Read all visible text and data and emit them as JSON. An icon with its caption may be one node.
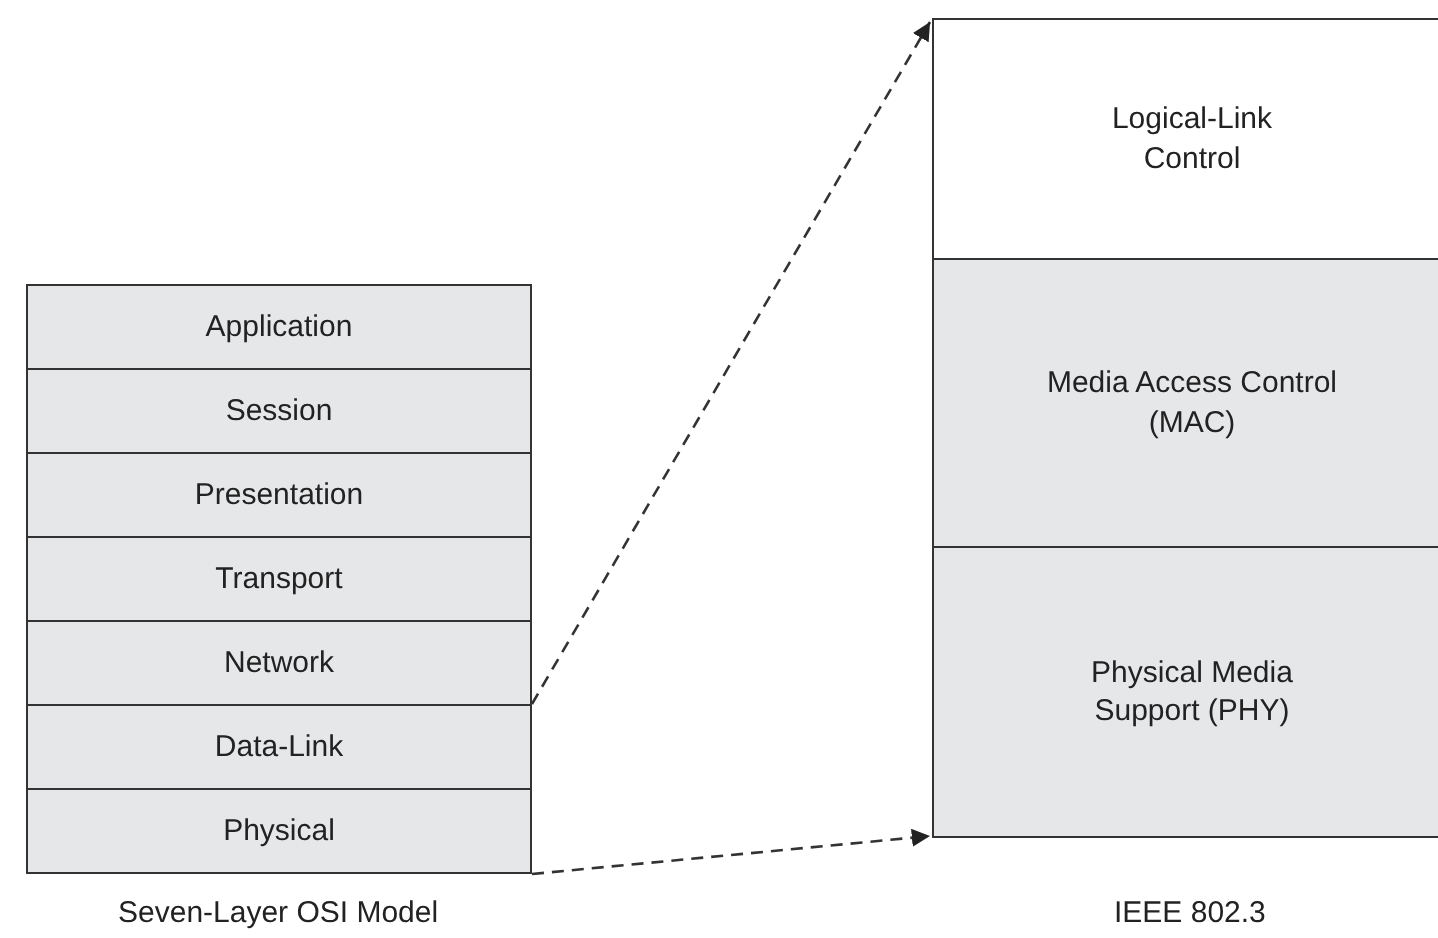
{
  "diagram": {
    "nodes": [
      {
        "text": [
          "Application"
        ]
      },
      {
        "text": [
          "Session"
        ]
      },
      {
        "text": [
          "Presentation"
        ]
      },
      {
        "text": [
          "Transport"
        ]
      },
      {
        "text": [
          "Network"
        ]
      },
      {
        "text": [
          "Data-Link"
        ]
      },
      {
        "text": [
          "Physical"
        ]
      },
      {
        "text": [
          "Logical-Link Control"
        ]
      },
      {
        "text": [
          "Media Access Control (MAC)"
        ]
      },
      {
        "text": [
          "Physical Media Support (PHY)"
        ]
      }
    ],
    "edges": [
      {
        "from": 5,
        "to": 7,
        "arrow": "to",
        "style": "dashed"
      },
      {
        "from": 6,
        "to": 9,
        "arrow": "to",
        "style": "dashed"
      }
    ],
    "labels": [
      "Seven-Layer OSI Model",
      "IEEE 802.3"
    ]
  }
}
